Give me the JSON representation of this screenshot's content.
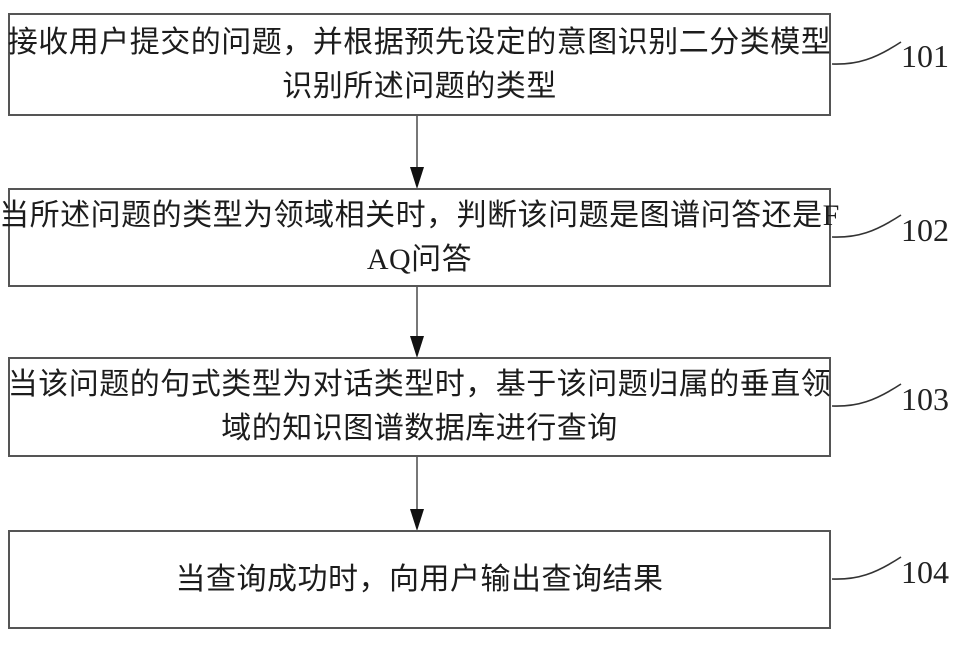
{
  "figure": {
    "type": "flowchart",
    "steps": [
      {
        "ref": "101",
        "lines": [
          "接收用户提交的问题，并根据预先设定的意图识别二分类模型",
          "识别所述问题的类型"
        ]
      },
      {
        "ref": "102",
        "lines": [
          "当所述问题的类型为领域相关时，判断该问题是图谱问答还是F",
          "AQ问答"
        ]
      },
      {
        "ref": "103",
        "lines": [
          "当该问题的句式类型为对话类型时，基于该问题归属的垂直领",
          "域的知识图谱数据库进行查询"
        ]
      },
      {
        "ref": "104",
        "lines": [
          "当查询成功时，向用户输出查询结果"
        ]
      }
    ],
    "colors": {
      "background": "#ffffff",
      "box_border": "#555555",
      "text": "#1c1c1c",
      "arrow_line": "#555555",
      "arrow_head": "#111111",
      "leader_line": "#333333"
    }
  }
}
